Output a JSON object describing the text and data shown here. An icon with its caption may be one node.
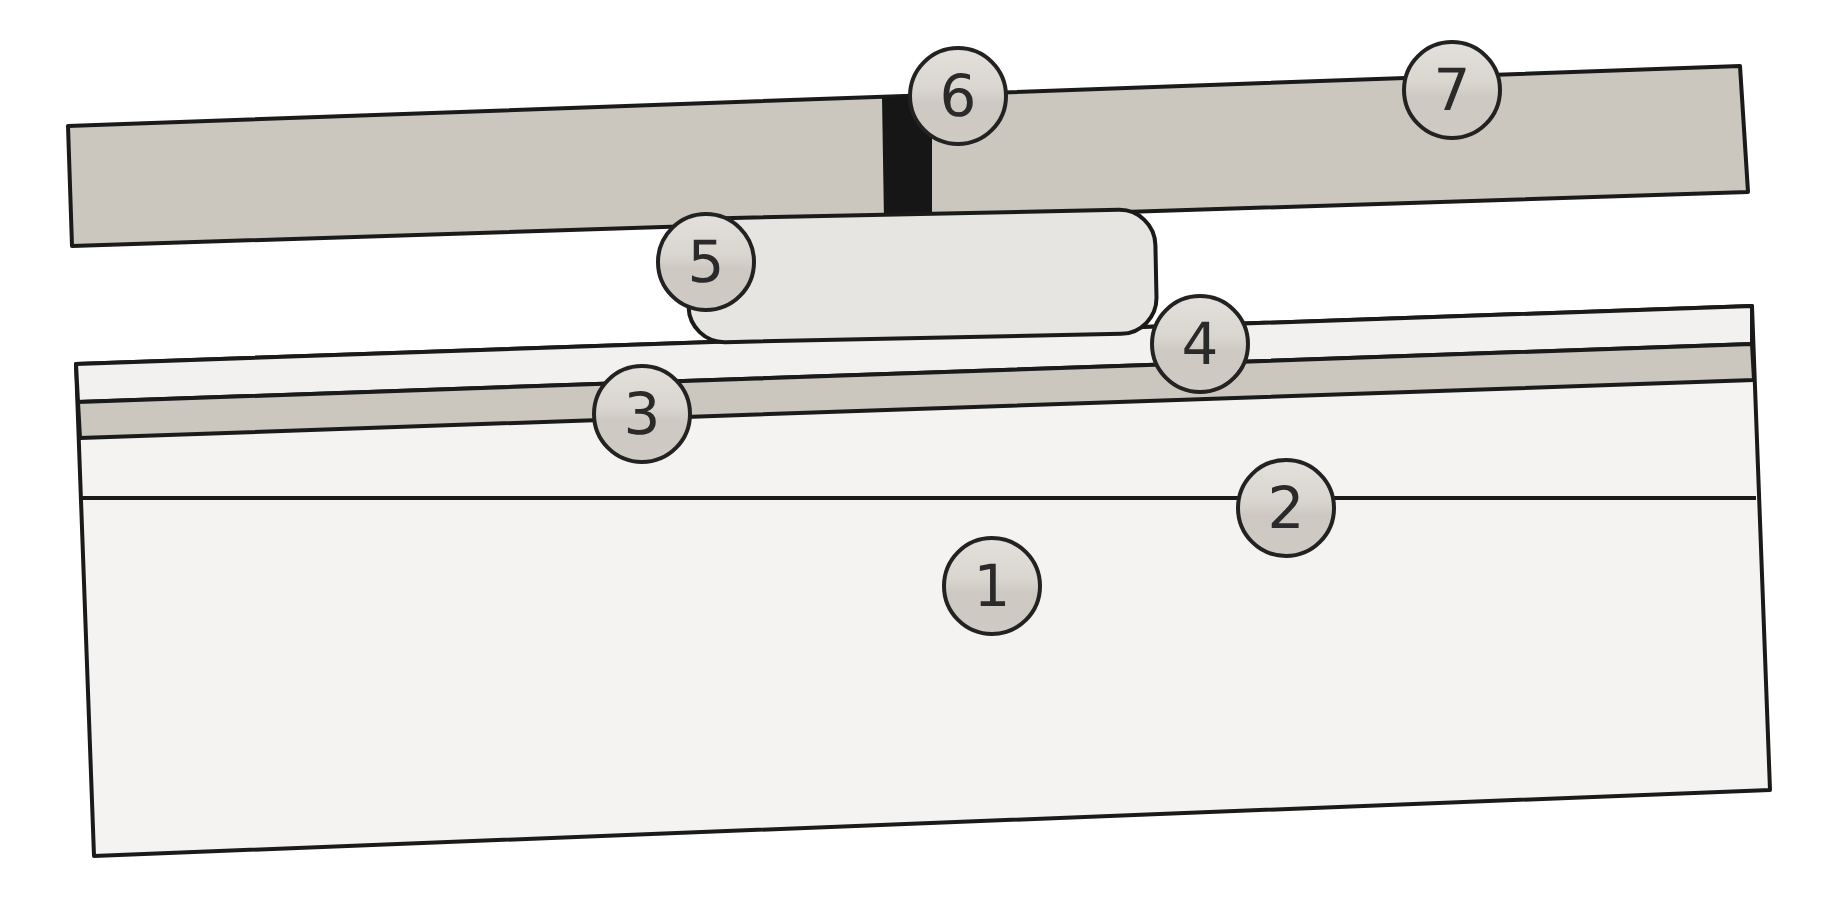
{
  "diagram": {
    "labels": [
      "6",
      "7",
      "5",
      "4",
      "3",
      "2",
      "1"
    ]
  }
}
